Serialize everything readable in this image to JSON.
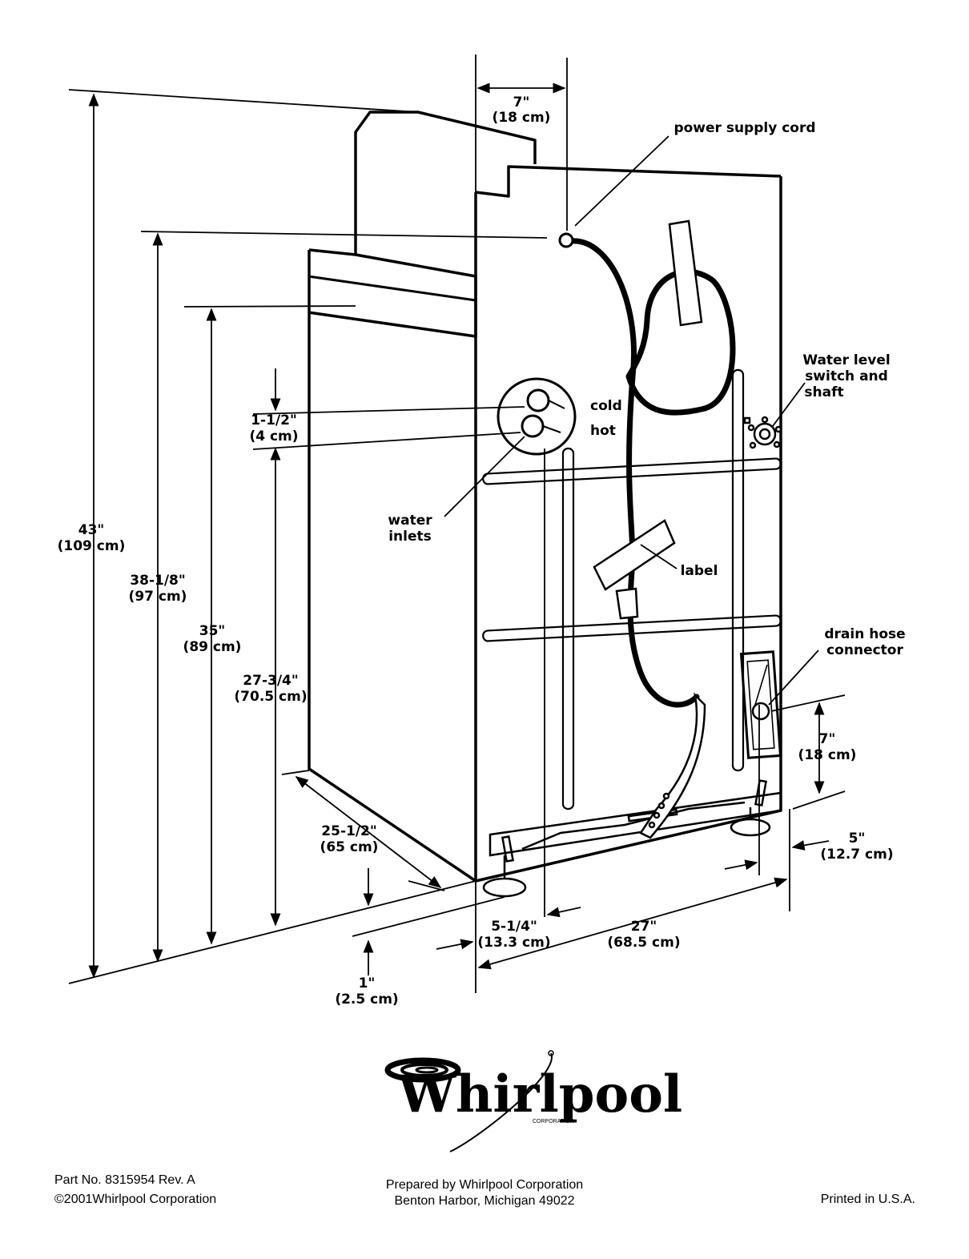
{
  "labels": {
    "top_width": "7\"",
    "top_width_cm": "(18 cm)",
    "power_cord": "power supply cord",
    "water_level_1": "Water level",
    "water_level_2": "switch and",
    "water_level_3": "shaft",
    "cold": "cold",
    "hot": "hot",
    "inlet_gap": "1-1/2\"",
    "inlet_gap_cm": "(4 cm)",
    "water_inlets_1": "water",
    "water_inlets_2": "inlets",
    "label": "label",
    "drain_hose_1": "drain hose",
    "drain_hose_2": "connector",
    "overall_height": "43\"",
    "overall_height_cm": "(109 cm)",
    "cord_height": "38-1/8\"",
    "cord_height_cm": "(97 cm)",
    "top_height": "35\"",
    "top_height_cm": "(89 cm)",
    "inlet_height": "27-3/4\"",
    "inlet_height_cm": "(70.5 cm)",
    "drain_height": "7\"",
    "drain_height_cm": "(18 cm)",
    "depth": "25-1/2\"",
    "depth_cm": "(65 cm)",
    "side_offset": "5\"",
    "side_offset_cm": "(12.7 cm)",
    "inlet_offset": "5-1/4\"",
    "inlet_offset_cm": "(13.3 cm)",
    "width": "27\"",
    "width_cm": "(68.5 cm)",
    "foot_height": "1\"",
    "foot_height_cm": "(2.5 cm)"
  },
  "logo": {
    "brand": "Whirlpool",
    "sub": "CORPORATION"
  },
  "footer": {
    "part_no": "Part No. 8315954 Rev. A",
    "copyright": "©2001Whirlpool Corporation",
    "prepared_1": "Prepared by Whirlpool Corporation",
    "prepared_2": "Benton Harbor, Michigan  49022",
    "printed": "Printed in U.S.A."
  }
}
